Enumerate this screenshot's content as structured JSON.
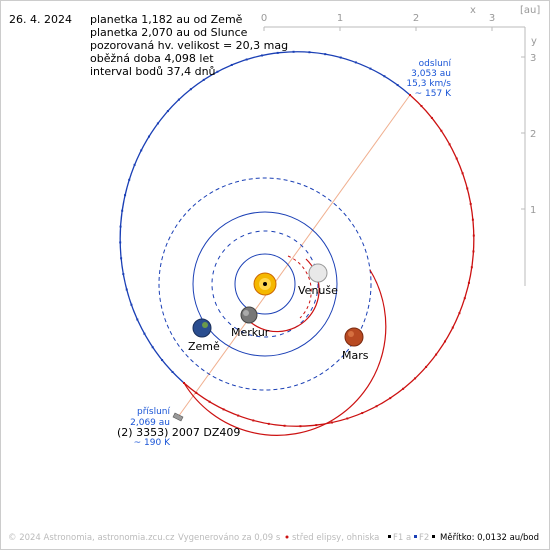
{
  "date": "26. 4. 2024",
  "info_lines": [
    "planetka 1,182 au od Země",
    "planetka 2,070 au od Slunce",
    "pozorovaná hv. velikost = 20,3 mag",
    "oběžná doba 4,098 let",
    "interval bodů 37,4 dnů"
  ],
  "axes": {
    "x_ticks": [
      "0",
      "1",
      "2",
      "3"
    ],
    "y_ticks": [
      "3",
      "2",
      "1"
    ],
    "x_name": "x",
    "y_unit": "[au]",
    "y_name": "y"
  },
  "planets": {
    "venus": "Venuše",
    "mercury": "Merkur",
    "earth": "Země",
    "mars": "Mars"
  },
  "asteroid_name": "(2) 3353) 2007 DZ409",
  "aphelion": {
    "label": "odsluní",
    "lines": [
      "3,053 au",
      "15,3 km/s",
      "~ 157 K"
    ]
  },
  "perihelion": {
    "label": "přísluní",
    "lines": [
      "2,069 au",
      "",
      "~ 190 K"
    ]
  },
  "colors": {
    "orbit_blue": "#1a3fb5",
    "orbit_red": "#cc1111",
    "axis_gray": "#bbbbbb"
  },
  "footer": {
    "copyright": "© 2024 Astronomia, astronomia.zcu.cz",
    "generated": "Vygenerováno za 0,09 s",
    "center_legend": "střed elipsy, ohniska",
    "f1": "F1 a",
    "f2": "F2",
    "scale": "Měřítko: 0,0132 au/bod"
  }
}
